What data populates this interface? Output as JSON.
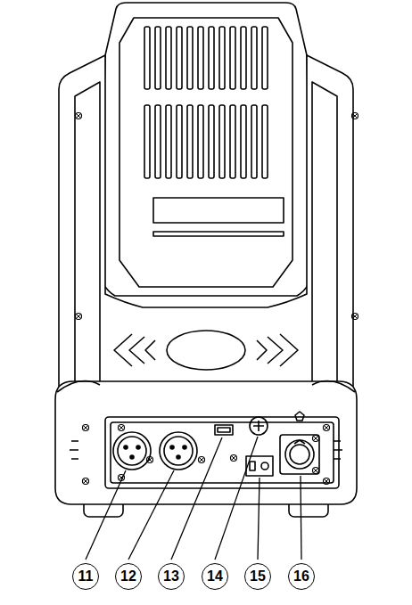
{
  "diagram": {
    "labels": [
      "11",
      "12",
      "13",
      "14",
      "15",
      "16"
    ]
  }
}
